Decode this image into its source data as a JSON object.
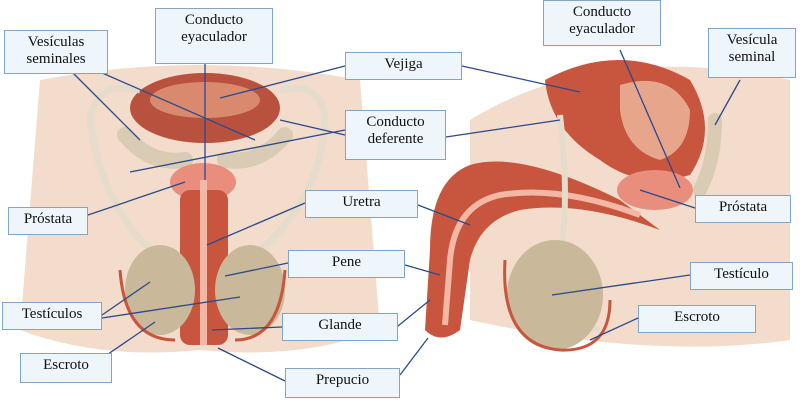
{
  "labels": {
    "vesiculas_seminales": "Vesículas\nseminales",
    "conducto_eyaculador_left": "Conducto\neyaculador",
    "vejiga": "Vejiga",
    "conducto_deferente": "Conducto\ndeferente",
    "prostata_left": "Próstata",
    "uretra": "Uretra",
    "pene": "Pene",
    "testiculos": "Testículos",
    "glande": "Glande",
    "escroto_left": "Escroto",
    "prepucio": "Prepucio",
    "conducto_eyaculador_right": "Conducto\neyaculador",
    "vesicula_seminal": "Vesícula\nseminal",
    "prostata_right": "Próstata",
    "testiculo": "Testículo",
    "escroto_right": "Escroto"
  },
  "colors": {
    "label_bg": "#eef5fb",
    "label_border": "#7fa6c8",
    "pointer": "#2a4a8a",
    "tissue": "#c8553d",
    "skin": "#f3dccb",
    "testis": "#c9b99a"
  }
}
